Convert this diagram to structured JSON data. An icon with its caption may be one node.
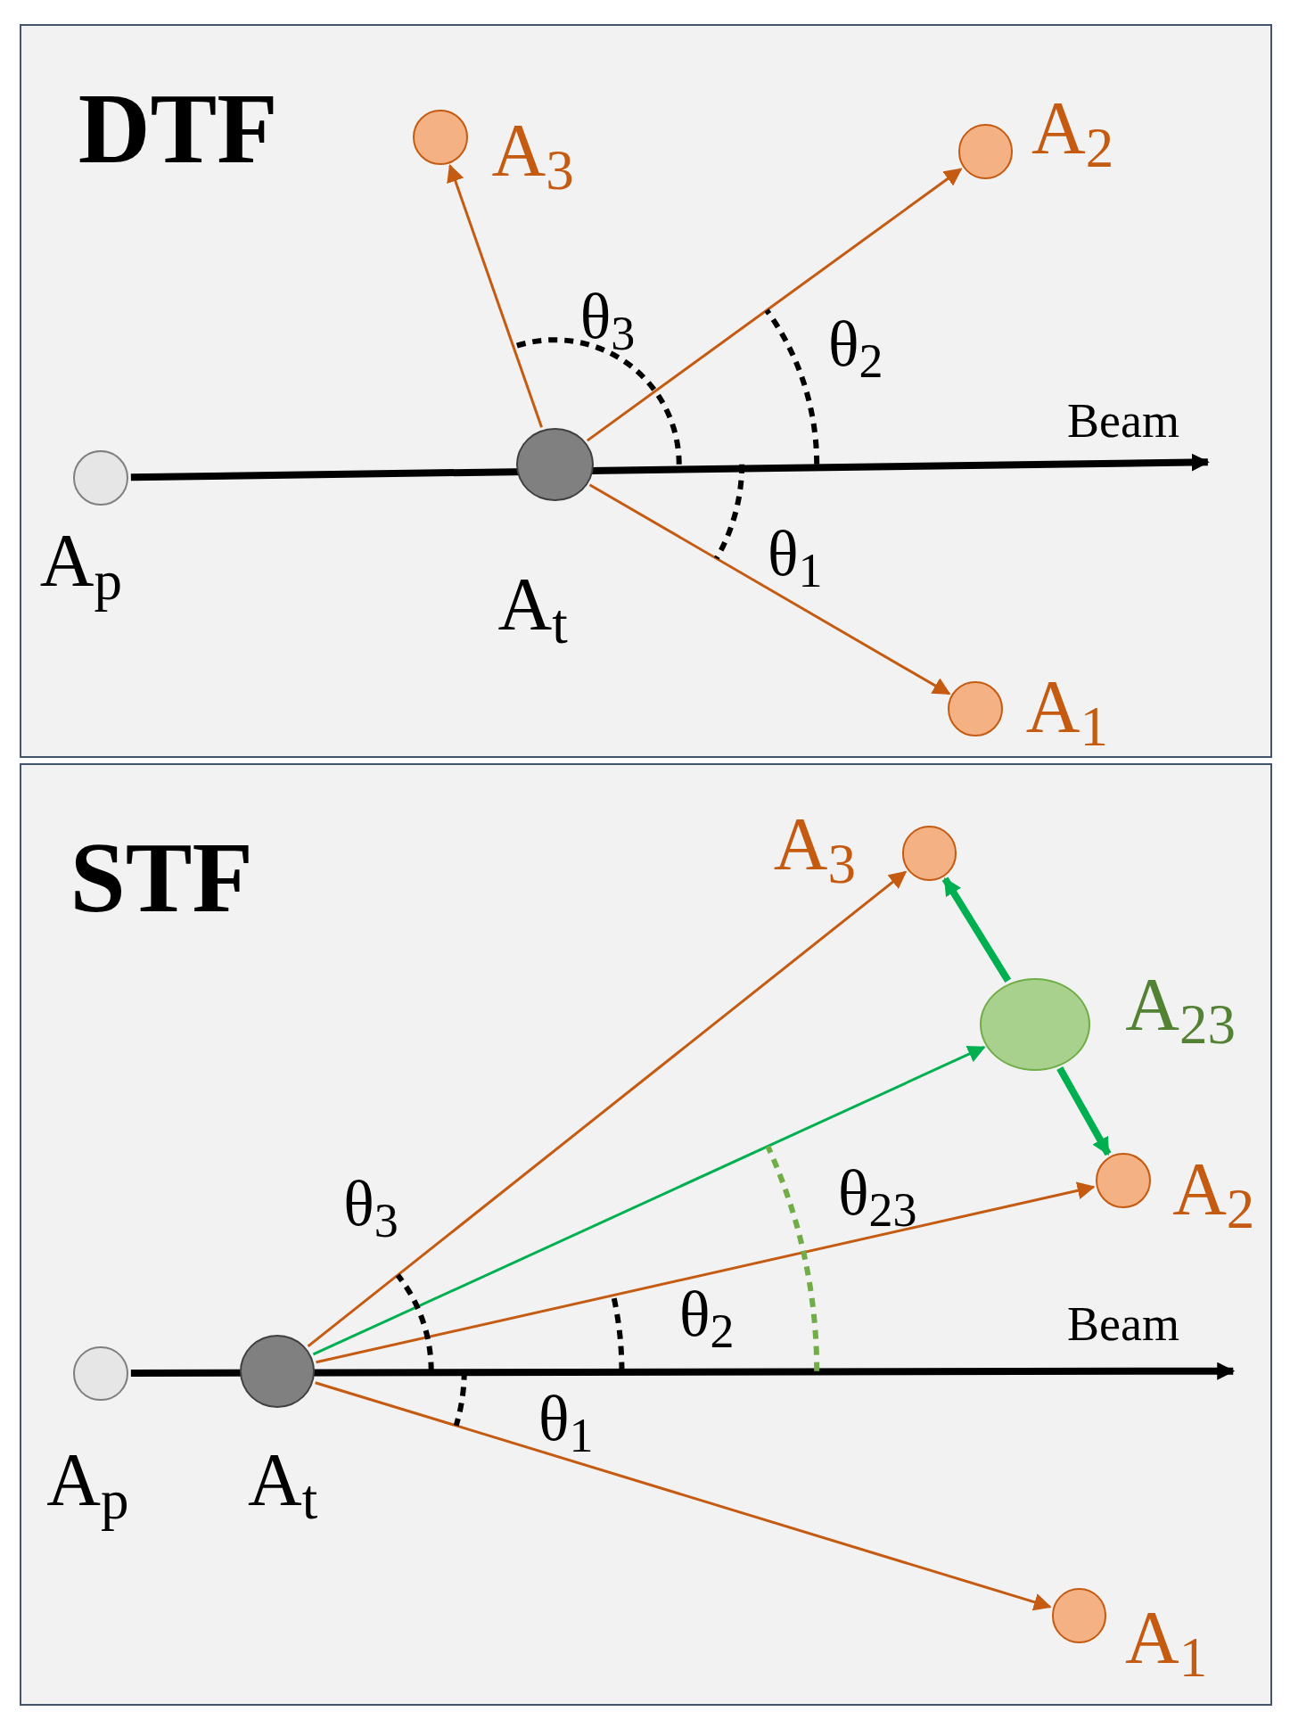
{
  "diagram": {
    "nodes": [
      {
        "text": [
          "DTF"
        ]
      },
      {
        "text": [],
        "shape": "circle",
        "in": 0,
        "beside": [
          "A$_{p}$"
        ]
      },
      {
        "text": [],
        "shape": "circle",
        "in": 0,
        "beside": [
          "A$_{t}$"
        ]
      },
      {
        "text": [],
        "shape": "circle",
        "in": 0,
        "beside": [
          "A$_{3}$"
        ]
      },
      {
        "text": [],
        "shape": "circle",
        "in": 0,
        "beside": [
          "A$_{2}$"
        ]
      },
      {
        "text": [],
        "shape": "circle",
        "in": 0,
        "beside": [
          "A$_{1}$"
        ]
      },
      {
        "text": [
          "STF"
        ]
      },
      {
        "text": [],
        "shape": "circle",
        "in": 6,
        "beside": [
          "A$_{p}$"
        ]
      },
      {
        "text": [],
        "shape": "circle",
        "in": 6,
        "beside": [
          "A$_{t}$"
        ]
      },
      {
        "text": [],
        "shape": "circle",
        "in": 6,
        "beside": [
          "A$_{3}$"
        ]
      },
      {
        "text": [],
        "shape": "circle",
        "in": 6,
        "beside": [
          "A$_{23}$"
        ]
      },
      {
        "text": [],
        "shape": "circle",
        "in": 6,
        "beside": [
          "A$_{2}$"
        ]
      },
      {
        "text": [],
        "shape": "circle",
        "in": 6,
        "beside": [
          "A$_{1}$"
        ]
      }
    ],
    "edges": [
      {
        "from": 1,
        "to": null,
        "arrow": "to",
        "label": "Beam",
        "style": "thick",
        "color": "#000000"
      },
      {
        "from": 2,
        "to": 5,
        "arrow": "to"
      },
      {
        "from": 2,
        "to": 4,
        "arrow": "to"
      },
      {
        "from": 2,
        "to": 3,
        "arrow": "to"
      },
      {
        "from": 7,
        "to": null,
        "arrow": "to",
        "label": "Beam",
        "style": "thick",
        "color": "#000000"
      },
      {
        "from": 8,
        "to": 9,
        "arrow": "to"
      },
      {
        "from": 8,
        "to": 10,
        "arrow": "to",
        "color": "#00b050"
      },
      {
        "from": 8,
        "to": 11,
        "arrow": "to"
      },
      {
        "from": 8,
        "to": 12,
        "arrow": "to"
      },
      {
        "from": 10,
        "to": 9,
        "arrow": "to",
        "style": "thick",
        "color": "#00b050"
      },
      {
        "from": 10,
        "to": 11,
        "arrow": "to",
        "style": "thick",
        "color": "#00b050"
      }
    ],
    "labels": [
      "θ$_{3}$",
      "θ$_{2}$",
      "θ$_{1}$",
      "θ$_{3}$",
      "θ$_{23}$",
      "θ$_{2}$",
      "θ$_{1}$"
    ]
  }
}
